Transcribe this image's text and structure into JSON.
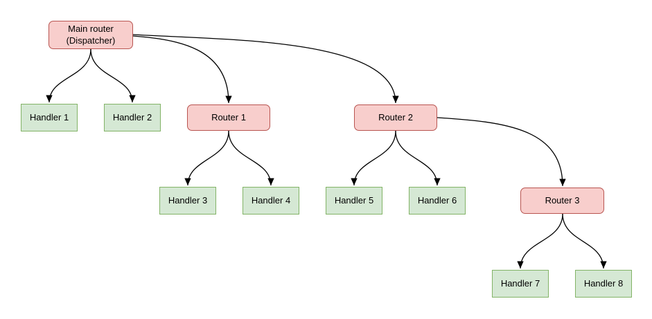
{
  "colors": {
    "background": "#ffffff",
    "text": "#000000",
    "edge": "#000000",
    "router-fill": "#f8cecc",
    "router-stroke": "#b85450",
    "handler-fill": "#d5e8d4",
    "handler-stroke": "#82b366"
  },
  "nodes": {
    "main": {
      "line1": "Main router",
      "line2": "(Dispatcher)",
      "type": "router"
    },
    "router1": {
      "label": "Router 1",
      "type": "router"
    },
    "router2": {
      "label": "Router 2",
      "type": "router"
    },
    "router3": {
      "label": "Router 3",
      "type": "router"
    },
    "handler1": {
      "label": "Handler 1",
      "type": "handler"
    },
    "handler2": {
      "label": "Handler 2",
      "type": "handler"
    },
    "handler3": {
      "label": "Handler 3",
      "type": "handler"
    },
    "handler4": {
      "label": "Handler 4",
      "type": "handler"
    },
    "handler5": {
      "label": "Handler 5",
      "type": "handler"
    },
    "handler6": {
      "label": "Handler 6",
      "type": "handler"
    },
    "handler7": {
      "label": "Handler 7",
      "type": "handler"
    },
    "handler8": {
      "label": "Handler 8",
      "type": "handler"
    }
  },
  "edges": [
    {
      "from": "main",
      "to": "handler1"
    },
    {
      "from": "main",
      "to": "handler2"
    },
    {
      "from": "main",
      "to": "router1"
    },
    {
      "from": "main",
      "to": "router2"
    },
    {
      "from": "router1",
      "to": "handler3"
    },
    {
      "from": "router1",
      "to": "handler4"
    },
    {
      "from": "router2",
      "to": "handler5"
    },
    {
      "from": "router2",
      "to": "handler6"
    },
    {
      "from": "router2",
      "to": "router3"
    },
    {
      "from": "router3",
      "to": "handler7"
    },
    {
      "from": "router3",
      "to": "handler8"
    }
  ]
}
